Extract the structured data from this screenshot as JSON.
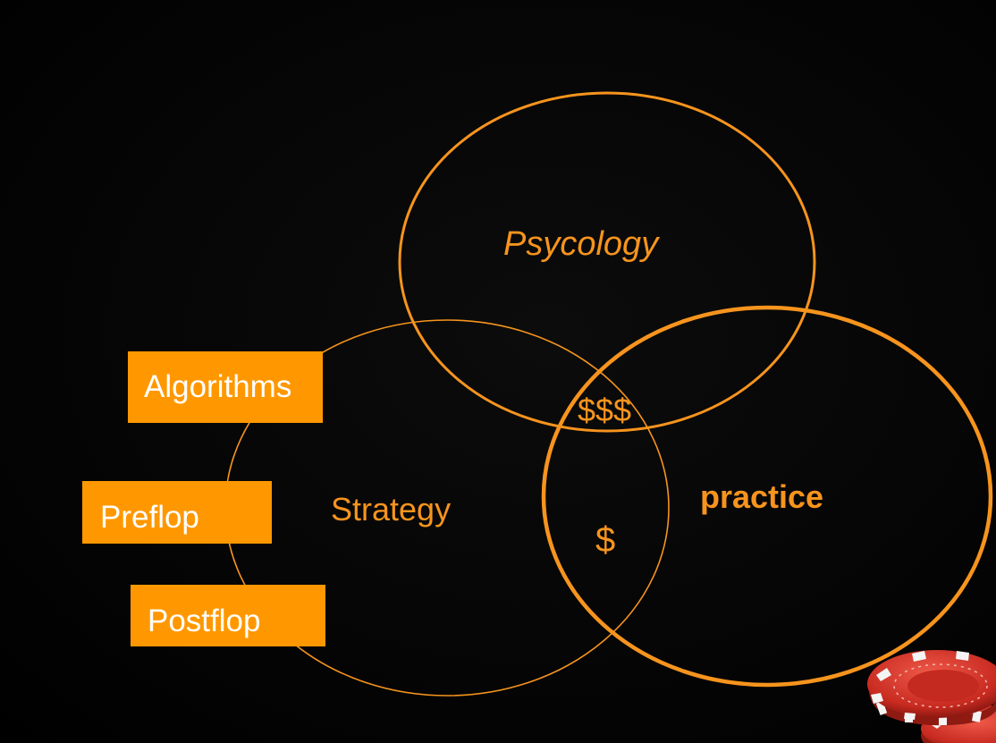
{
  "diagram": {
    "circles": {
      "psychology_label": "Psycology",
      "strategy_label": "Strategy",
      "practice_label": "practice"
    },
    "intersections": {
      "triple_label": "$$$",
      "strategy_practice_label": "$"
    },
    "tags": [
      {
        "label": "Algorithms"
      },
      {
        "label": "Preflop"
      },
      {
        "label": "Postflop"
      }
    ]
  },
  "colors": {
    "background": "#000000",
    "accent": "#f7941d",
    "tag_fill": "#ff9800",
    "tag_text": "#ffffff",
    "chip_red": "#d9362b"
  },
  "decorations": {
    "corner_image": "poker-chips-icon"
  }
}
